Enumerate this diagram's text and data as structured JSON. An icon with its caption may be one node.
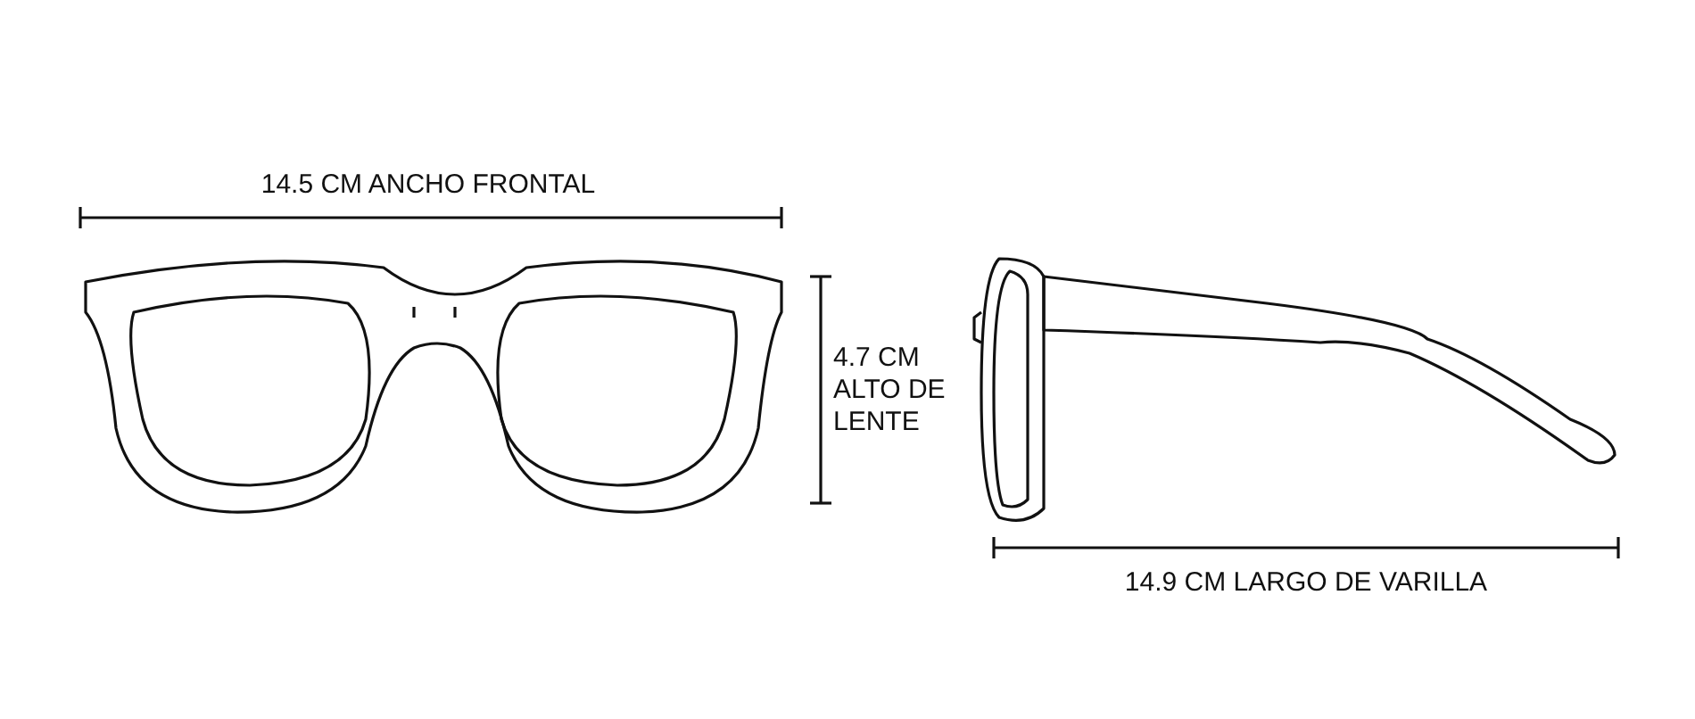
{
  "diagram": {
    "labels": [
      "14.5 CM ANCHO FRONTAL",
      "4.7 CM ALTO DE LENTE",
      "14.9 CM LARGO DE VARILLA"
    ]
  }
}
